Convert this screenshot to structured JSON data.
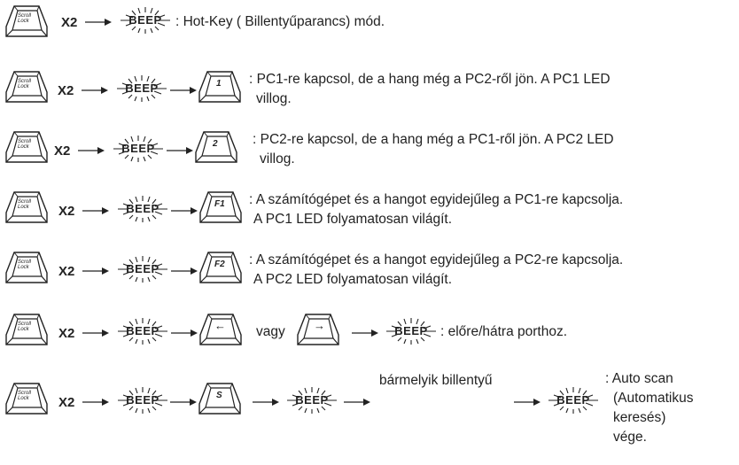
{
  "common": {
    "scroll_key": "Scroll Lock",
    "times": "X2",
    "beep": "BEEP"
  },
  "rows": [
    {
      "key2": "",
      "desc": ": Hot-Key ( Billentyűparancs) mód."
    },
    {
      "key2": "1",
      "desc_line1": ": PC1-re kapcsol, de a hang még a PC2-ről jön. A PC1 LED",
      "desc_line2": "villog."
    },
    {
      "key2": "2",
      "desc_line1": ": PC2-re kapcsol, de a hang még a PC1-ről jön. A PC2 LED",
      "desc_line2": "villog."
    },
    {
      "key2": "F1",
      "desc_line1": ": A számítógépet és a hangot egyidejűleg a PC1-re kapcsolja.",
      "desc_line2": "A PC1 LED folyamatosan világít."
    },
    {
      "key2": "F2",
      "desc_line1": ": A számítógépet és a hangot egyidejűleg a PC2-re kapcsolja.",
      "desc_line2": "A PC2 LED folyamatosan világít."
    },
    {
      "key_left": "←",
      "or": "vagy",
      "key_right": "→",
      "desc": ": előre/hátra porthoz."
    },
    {
      "key2": "S",
      "any_key": "bármelyik billentyű",
      "desc_lines": [
        ": Auto scan",
        "(Automatikus",
        "keresés)",
        "vége."
      ]
    }
  ]
}
